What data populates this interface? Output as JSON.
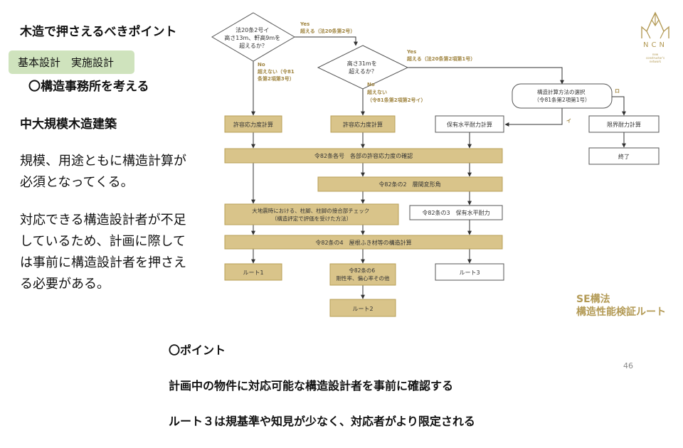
{
  "slide": {
    "title": "木造で押さえるべきポイント",
    "tag": "基本設計　実施設計",
    "subhead": "〇構造事務所を考える",
    "section": "中大規模木造建築",
    "paragraph1": "規模、用途ともに構造計算が\n必須となってくる。",
    "paragraph2": "対応できる構造設計者が不足\nしているため、計画に際して\nは事前に構造設計者を押さえ\nる必要がある。",
    "point_title": "〇ポイント",
    "point_line1": "計画中の物件に対応可能な構造設計者を事前に確認する",
    "point_line2": "ルート３は規基準や知見が少なく、対応者がより限定される",
    "page_number": "46",
    "caption": "SE構法\n構造性能検証ルート"
  },
  "logo": {
    "letters": "NCN",
    "sub": "new\nconstructor's\nnetwork",
    "color": "#b39a55"
  },
  "colors": {
    "accent": "#c7b06b",
    "gold_fill": "#d9c48a",
    "gold_stroke": "#b89f57",
    "tag_green": "#cfe3bd",
    "caption_gold": "#b39a55"
  },
  "flowchart": {
    "diamond1": [
      "法20条2号イ",
      "高さ13m、軒高9mを",
      "超えるか？"
    ],
    "yes1": [
      "Yes",
      "超える（法20条第2号）"
    ],
    "no1": [
      "No",
      "超えない（令81",
      "条第2項第3号）"
    ],
    "diamond2": [
      "高さ31mを",
      "超えるか？"
    ],
    "yes2": [
      "Yes",
      "超える（法20条第2項第1号）"
    ],
    "no2": [
      "No",
      "超えない",
      "（令81条第2項第2号イ）"
    ],
    "method_select": [
      "構造計算方法の選択",
      "（令81条第2項第1号）"
    ],
    "ro": "ロ",
    "i": "イ",
    "allow_calc_1": "許容応力度計算",
    "allow_calc_2": "許容応力度計算",
    "horizontal_cap": "保有水平耐力計算",
    "limit_calc": "限界耐力計算",
    "end": "終了",
    "art82": "令82条各号　各部の許容応力度の確認",
    "art82_2": "令82条の2　層間変形角",
    "earthquake": [
      "大地震時における、柱脚、柱脚の接合部チェック",
      "（構造評定で評価を受けた方法）"
    ],
    "art82_3": "令82条の3　保有水平耐力",
    "art82_4": "令82条の4　屋根ふき材等の構造計算",
    "route1": "ルート1",
    "art82_6": [
      "令82条の6",
      "剛性率、偏心率その他"
    ],
    "route3": "ルート3",
    "route2": "ルート2"
  }
}
